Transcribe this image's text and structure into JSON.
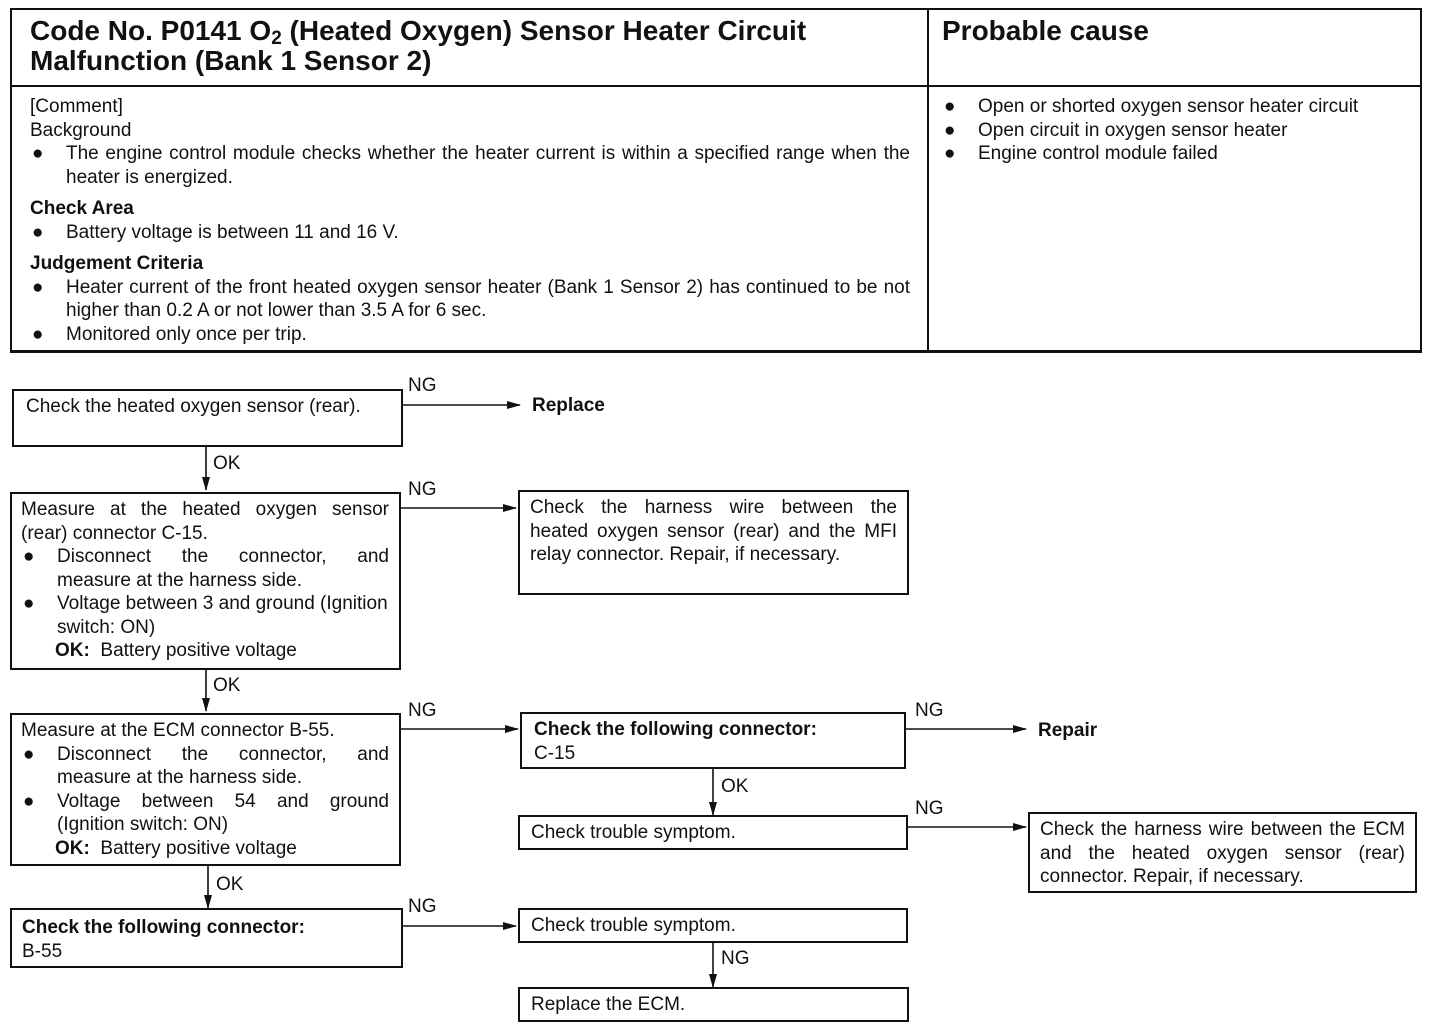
{
  "header": {
    "code_title_pre": "Code No. P0141 O",
    "code_title_sub": "2",
    "code_title_post": " (Heated Oxygen) Sensor Heater Circuit Malfunction (Bank 1 Sensor 2)",
    "probable_cause_title": "Probable cause"
  },
  "comment": {
    "comment_label": "[Comment]",
    "background_label": "Background",
    "background_items": [
      "The engine control module checks whether the heater current is within a specified range when the heater is energized."
    ],
    "check_area_label": "Check Area",
    "check_area_items": [
      "Battery voltage is between 11 and 16 V."
    ],
    "judgement_label": "Judgement Criteria",
    "judgement_items": [
      "Heater current of the front heated oxygen sensor heater (Bank 1 Sensor 2) has continued to be not higher than 0.2 A or not lower than 3.5 A for 6 sec.",
      "Monitored only once per trip."
    ]
  },
  "probable_causes": [
    "Open or shorted oxygen sensor heater circuit",
    "Open circuit in oxygen sensor heater",
    "Engine control module failed"
  ],
  "flow": {
    "step1": "Check the heated oxygen sensor (rear).",
    "replace": "Replace",
    "step2_title": "Measure at the heated oxygen sensor (rear) connector C-15.",
    "step2_items": [
      "Disconnect the connector, and measure at the harness side.",
      "Voltage between 3 and ground (Ignition switch: ON)"
    ],
    "step2_ok_label": "OK:",
    "step2_ok_value": "Battery positive voltage",
    "step2_ng_result": "Check the harness wire between the heated oxygen sensor (rear) and the MFI relay connector. Repair, if necessary.",
    "step3_title": "Measure at the ECM connector B-55.",
    "step3_items": [
      "Disconnect the connector, and measure at the harness side.",
      "Voltage between 54 and ground (Ignition switch: ON)"
    ],
    "step3_ok_label": "OK:",
    "step3_ok_value": "Battery positive voltage",
    "c15_check_title": "Check the following connector:",
    "c15_check_value": "C-15",
    "repair": "Repair",
    "c15_symptom": "Check trouble symptom.",
    "c15_symptom_ng_result": "Check the harness wire between the ECM and the heated oxygen sensor (rear) connector. Repair, if necessary.",
    "step4_title": "Check the following connector:",
    "step4_value": "B-55",
    "b55_symptom": "Check trouble symptom.",
    "replace_ecm": "Replace the ECM.",
    "ng": "NG",
    "ok": "OK",
    "bullet": "●"
  }
}
